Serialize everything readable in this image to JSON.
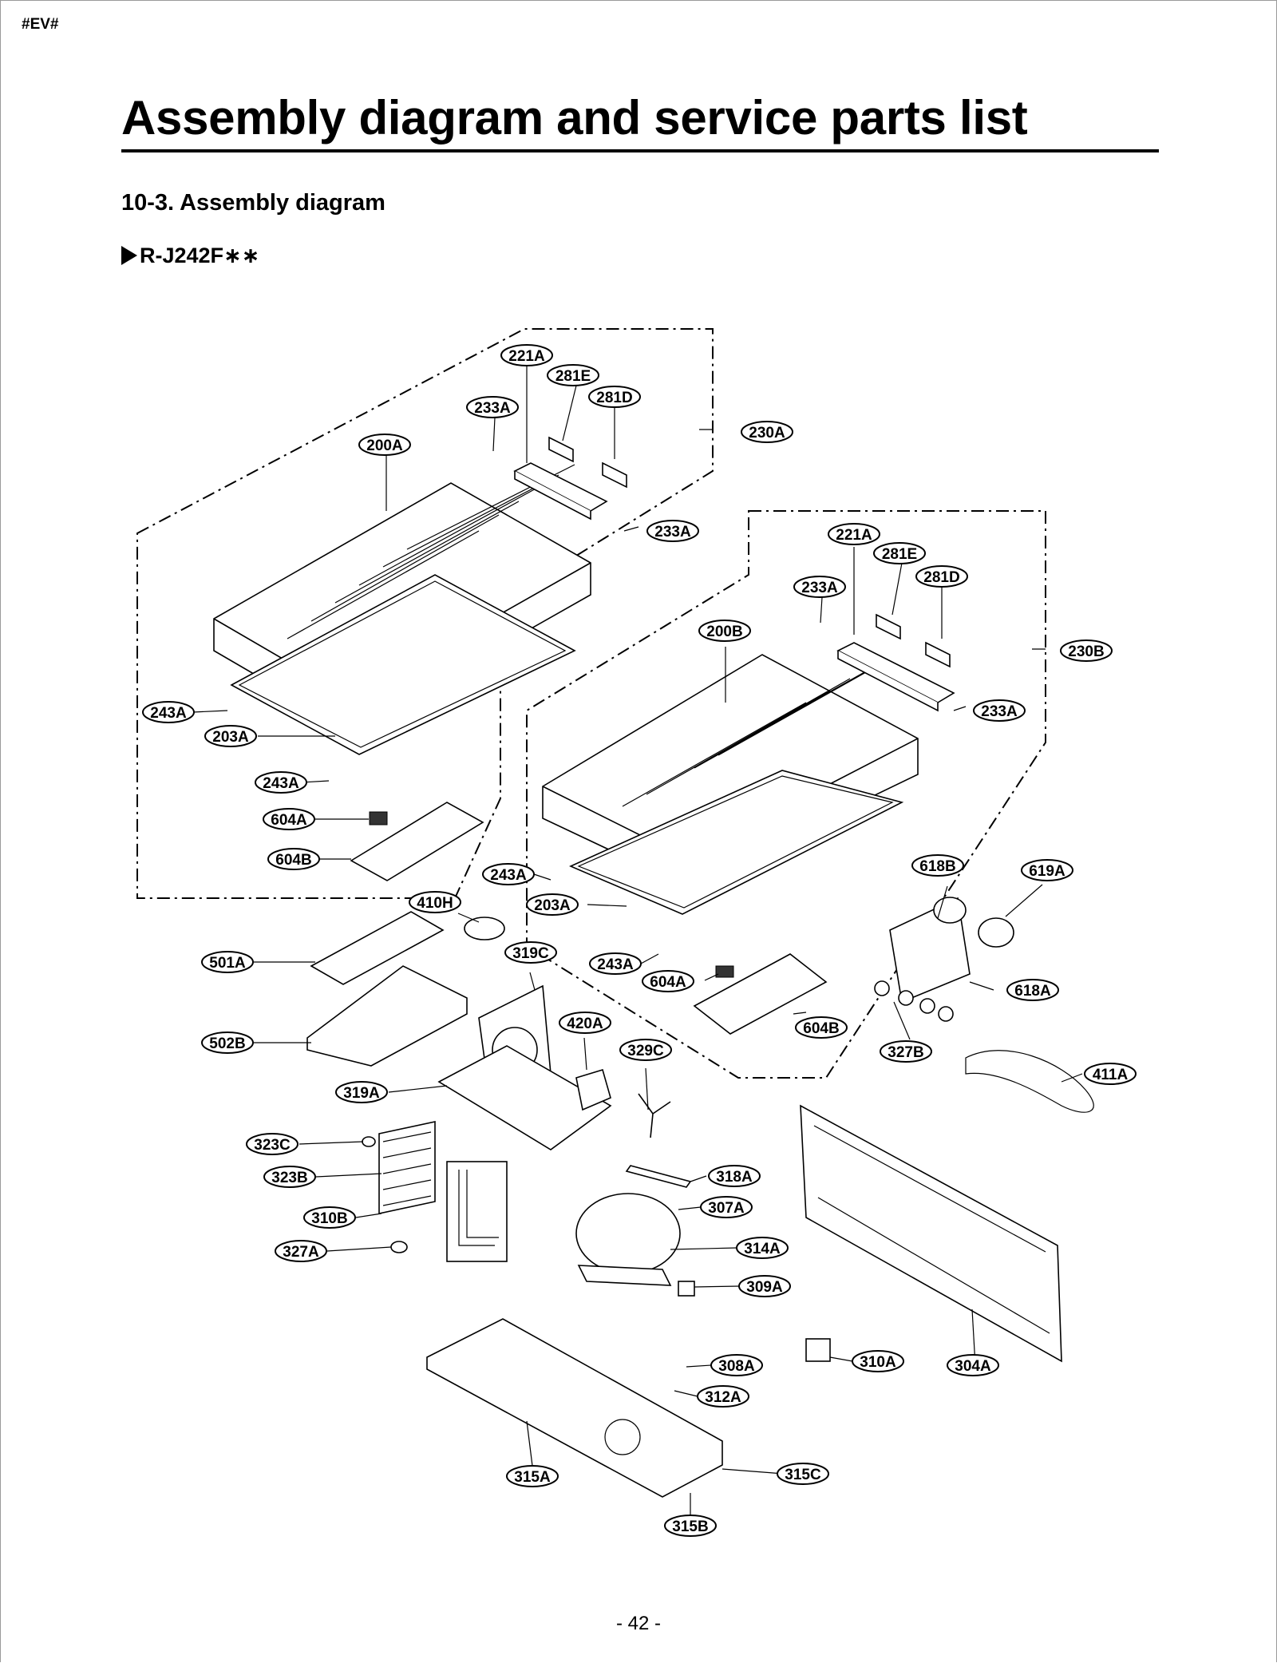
{
  "header": {
    "doc_code": "#EV#",
    "page_number": "- 42 -"
  },
  "title": "Assembly diagram and service parts list",
  "section": "10-3. Assembly diagram",
  "model": "R-J242F∗∗",
  "callouts": [
    "221A",
    "281E",
    "281D",
    "233A",
    "230A",
    "200A",
    "233A",
    "221A",
    "281E",
    "281D",
    "233A",
    "200B",
    "230B",
    "233A",
    "243A",
    "203A",
    "243A",
    "604A",
    "604B",
    "243A",
    "203A",
    "243A",
    "604A",
    "604B",
    "410H",
    "501A",
    "502B",
    "319C",
    "420A",
    "329C",
    "319A",
    "323C",
    "323B",
    "310B",
    "327A",
    "318A",
    "307A",
    "314A",
    "309A",
    "308A",
    "312A",
    "315A",
    "315B",
    "315C",
    "310A",
    "304A",
    "618B",
    "619A",
    "618A",
    "327B",
    "411A"
  ]
}
